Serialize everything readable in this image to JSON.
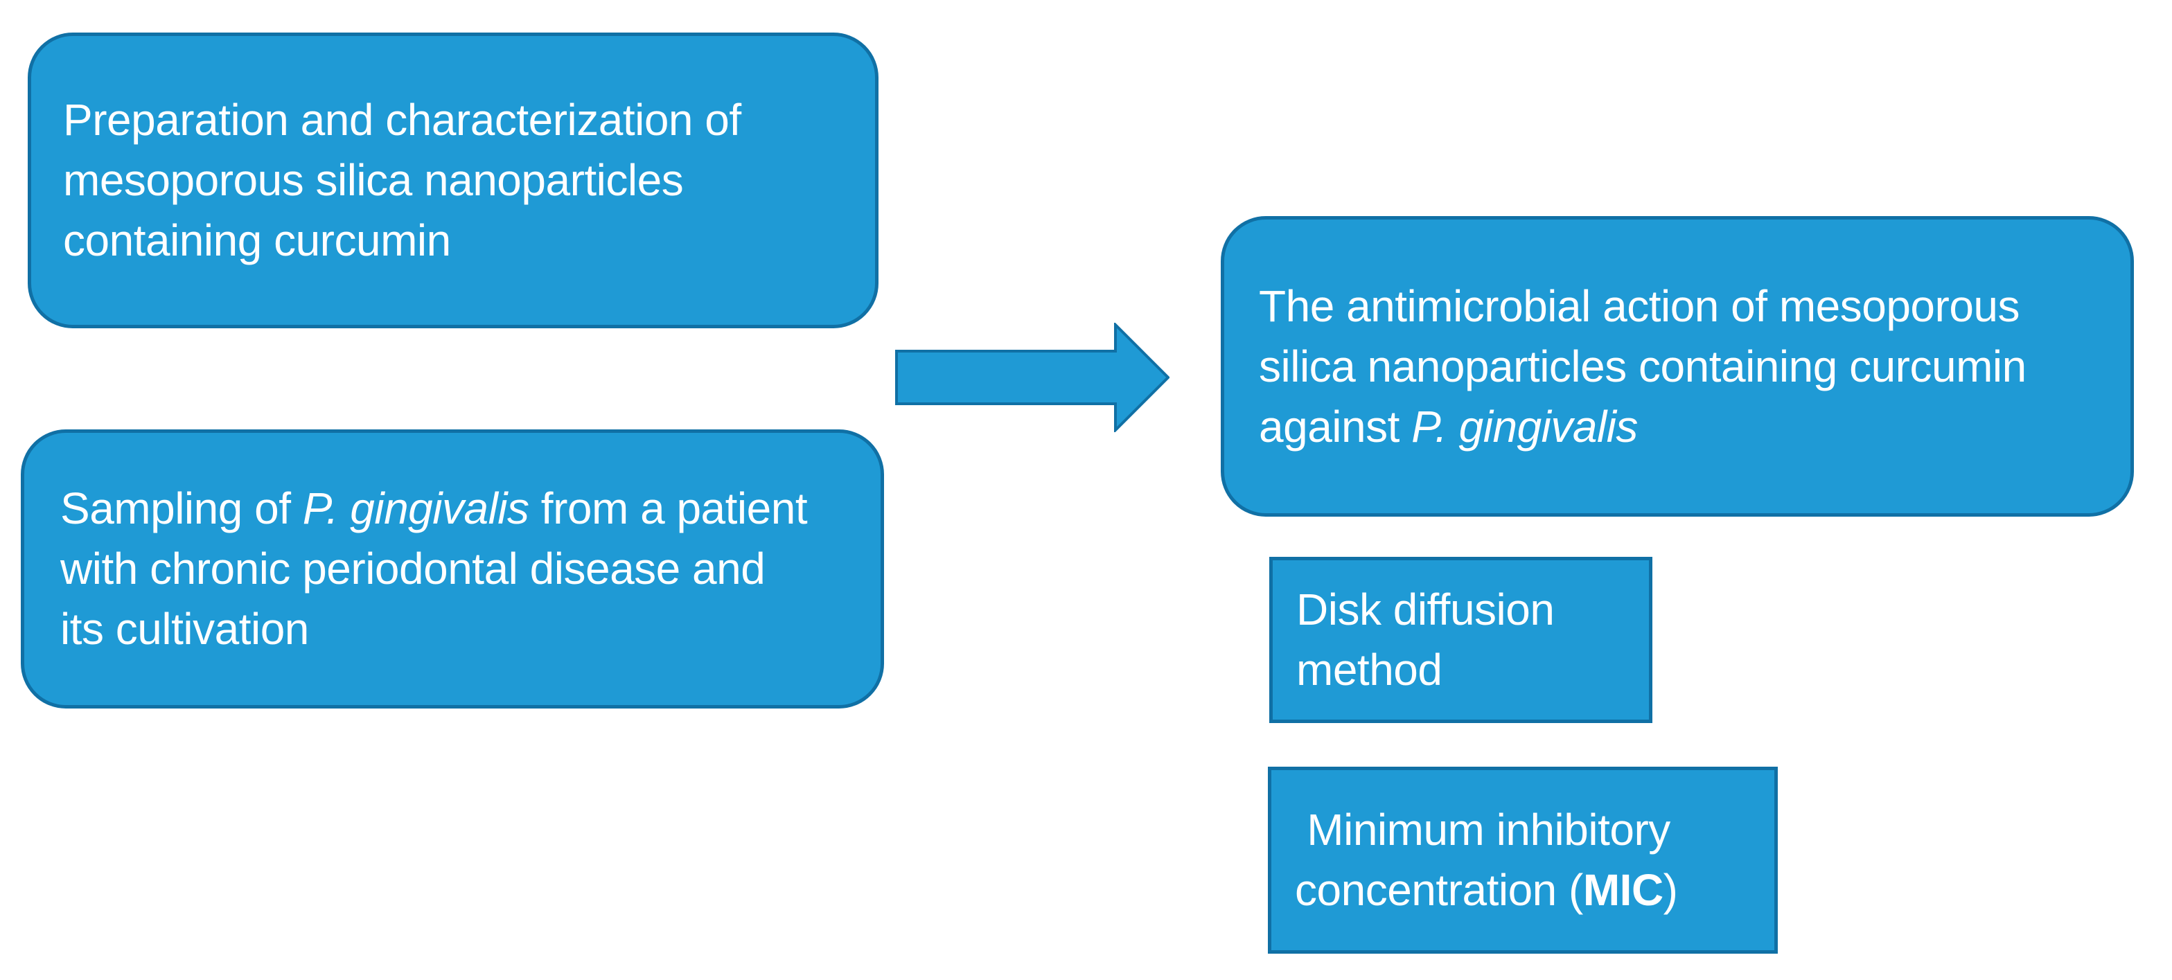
{
  "colors": {
    "canvas_bg": "#ffffff",
    "shape_fill": "#1f9ad5",
    "shape_border": "#1070a5",
    "text_color": "#ffffff"
  },
  "icons": {
    "arrow": "right-arrow"
  },
  "boxes": {
    "preparation": {
      "line1": "Preparation and characterization of",
      "line2": "mesoporous silica nanoparticles",
      "line3": "containing curcumin"
    },
    "sampling": {
      "line1_pre": "Sampling of ",
      "line1_italic": "P. gingivalis",
      "line1_post": " from a patient",
      "line2": "with chronic periodontal disease and",
      "line3": "its cultivation"
    },
    "antimicrobial": {
      "line1": "The antimicrobial action of mesoporous",
      "line2": "silica nanoparticles containing curcumin",
      "line3_pre": "against ",
      "line3_italic": "P. gingivalis"
    },
    "disk_diffusion": {
      "line1": "Disk diffusion",
      "line2": "method"
    },
    "mic": {
      "line1": " Minimum inhibitory",
      "line2_pre": "concentration (",
      "line2_bold": "MIC",
      "line2_post": ")"
    }
  }
}
